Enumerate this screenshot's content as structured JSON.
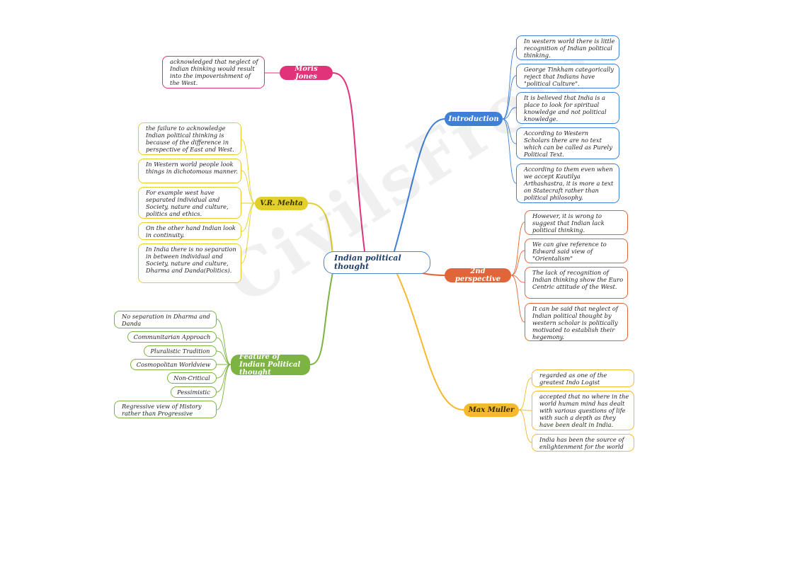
{
  "colors": {
    "introduction": "#3f7fd6",
    "perspective": "#e0663a",
    "maxmuller": "#f5b92e",
    "feature": "#7cb342",
    "vrmehta": "#e2cf2c",
    "morisjones": "#e0337a",
    "central": "#4a86c8"
  },
  "watermark": "CivilsFront",
  "central": {
    "label": "Indian political thought"
  },
  "branches": {
    "introduction": {
      "label": "Introduction",
      "items": [
        "In western world there is little recognition of Indian political thinking.",
        "George Tinkham categorically reject that Indians have \"political Culture\".",
        "It is believed that India is a place to look for spiritual knowledge and not political knowledge.",
        "According to Western Scholars there are no text which can be called as Purely Political Text.",
        "According to them even when we accept Kautilya Arthashastra, it is more a text on Statecraft rather than political philosophy."
      ]
    },
    "perspective": {
      "label": "2nd perspective",
      "items": [
        "However, it is wrong to suggest that Indian lack political thinking.",
        "We can give reference to Edward said view of \"Orientalism\"",
        "The lack of recognition of Indian thinking show the Euro Centric attitude of the West.",
        "It can be said that neglect of Indian political thought by western scholar is politically motivated to establish their hegemony."
      ]
    },
    "maxmuller": {
      "label": "Max Muller",
      "items": [
        "regarded as one of the greatest Indo Logist",
        "accepted that no where in the world human mind has dealt with various questions of life with such a depth as they have been dealt in India.",
        "India has been the source of enlightenment for the world"
      ]
    },
    "morisjones": {
      "label": "Moris Jones",
      "items": [
        "acknowledged that neglect of Indian thinking would result into the impoverishment of the West."
      ]
    },
    "vrmehta": {
      "label": "V.R. Mehta",
      "items": [
        "the failure to acknowledge Indian political thinking is because of the difference in perspective of East and West.",
        "In Western world people look things in dichotomous manner.",
        "For example west have separated individual and Society, nature and culture, politics and ethics.",
        "On the other hand Indian look in continuity.",
        "In India there is no separation in between individual and Society, nature and culture, Dharma and Danda(Politics)."
      ]
    },
    "feature": {
      "label": "Feature of Indian Political thought",
      "items": [
        "No separation in Dharma and Danda",
        "Communitarian Approach",
        "Pluralistic Tradition",
        "Cosmopolitan Worldview",
        "Non-Critical",
        "Pessimistic",
        "Regressive view of History rather than Progressive"
      ]
    }
  }
}
